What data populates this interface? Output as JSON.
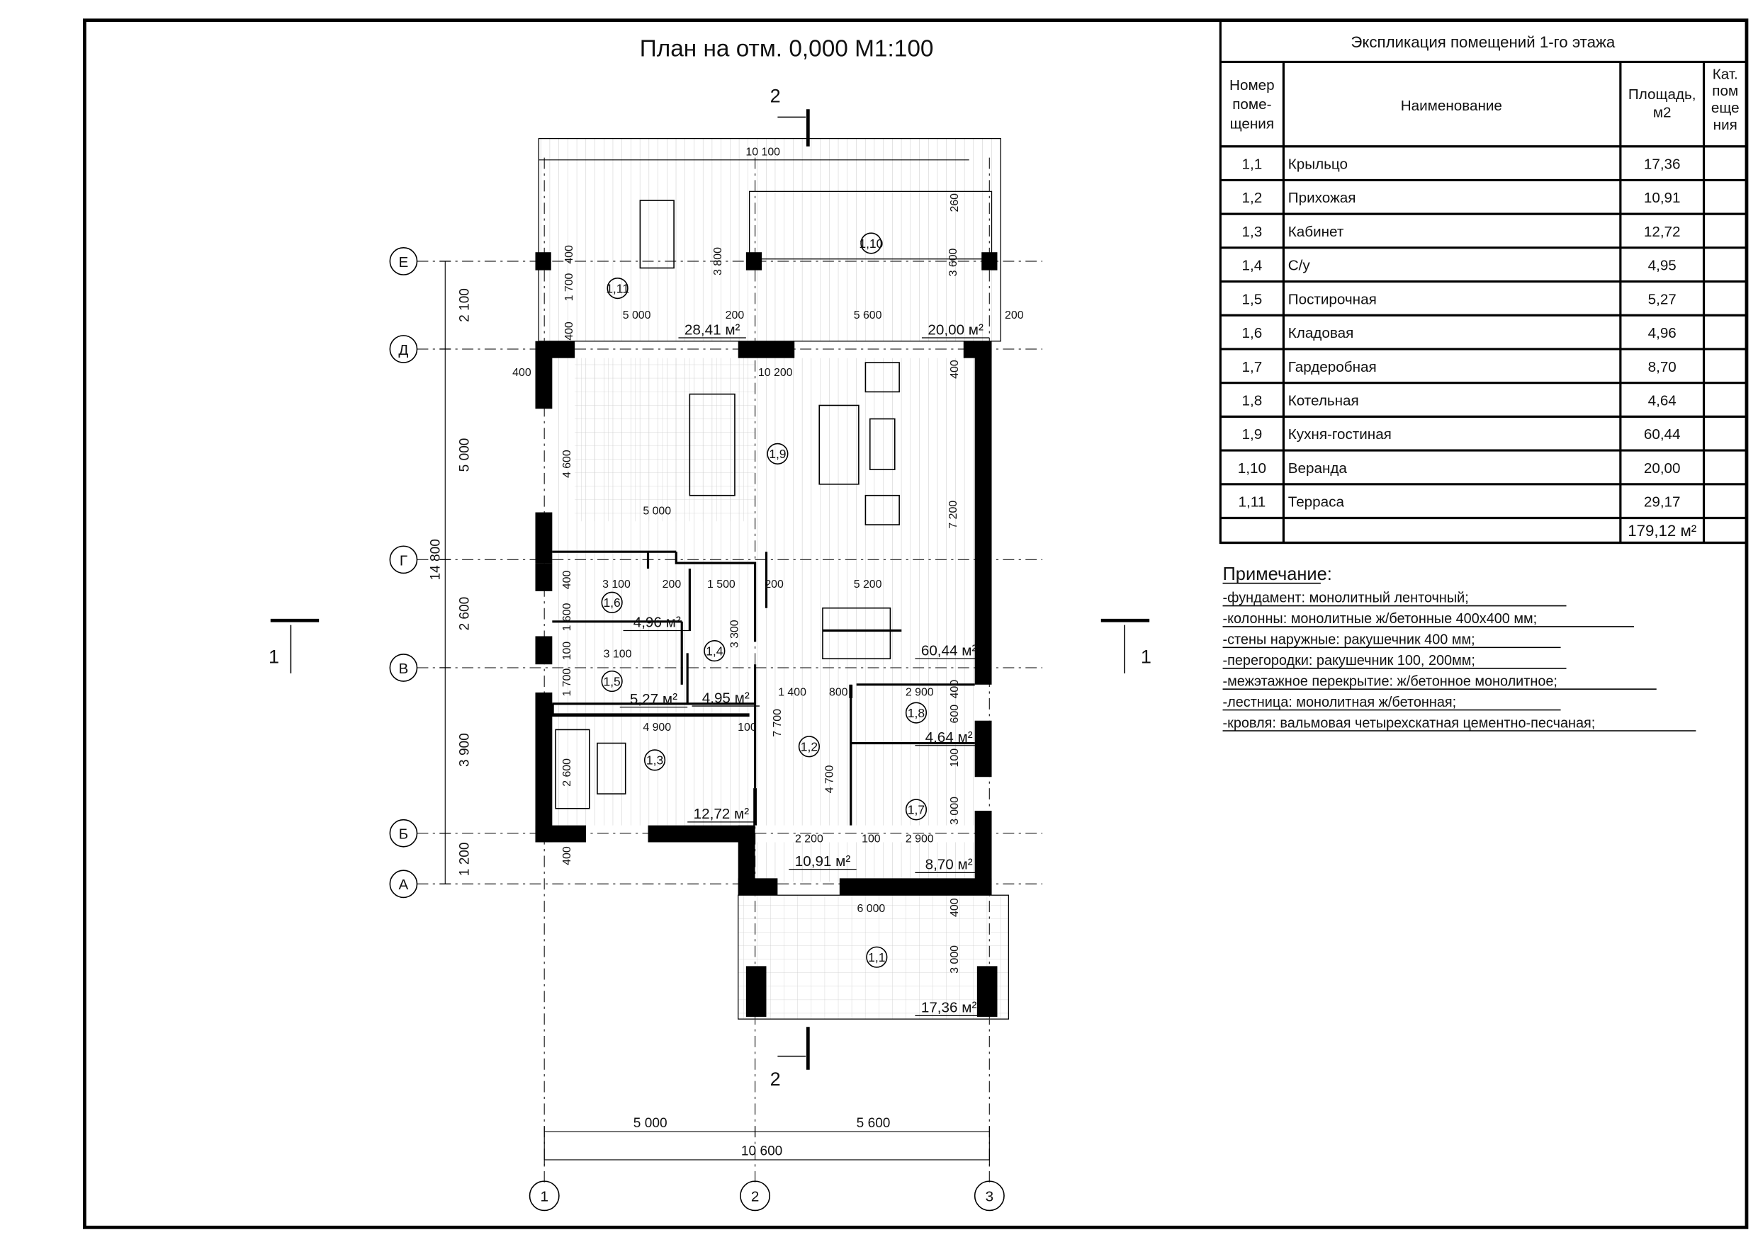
{
  "title": "План на отм. 0,000 М1:100",
  "table": {
    "title": "Экспликация помещений 1-го этажа",
    "headers": {
      "number": [
        "Номер",
        "поме-",
        "щения"
      ],
      "name": "Наименование",
      "area": [
        "Площадь,",
        "м2"
      ],
      "category": [
        "Кат.",
        "пом",
        "еще",
        "ния"
      ]
    },
    "rows": [
      {
        "num": "1,1",
        "name": "Крыльцо",
        "area": "17,36"
      },
      {
        "num": "1,2",
        "name": "Прихожая",
        "area": "10,91"
      },
      {
        "num": "1,3",
        "name": "Кабинет",
        "area": "12,72"
      },
      {
        "num": "1,4",
        "name": "С/у",
        "area": "4,95"
      },
      {
        "num": "1,5",
        "name": "Постирочная",
        "area": "5,27"
      },
      {
        "num": "1,6",
        "name": "Кладовая",
        "area": "4,96"
      },
      {
        "num": "1,7",
        "name": "Гардеробная",
        "area": "8,70"
      },
      {
        "num": "1,8",
        "name": "Котельная",
        "area": "4,64"
      },
      {
        "num": "1,9",
        "name": "Кухня-гостиная",
        "area": "60,44"
      },
      {
        "num": "1,10",
        "name": "Веранда",
        "area": "20,00"
      },
      {
        "num": "1,11",
        "name": "Терраса",
        "area": "29,17"
      }
    ],
    "total": "179,12 м²"
  },
  "notes": {
    "title": "Примечание:",
    "items": [
      "-фундамент: монолитный ленточный;",
      "-колонны: монолитные ж/бетонные 400х400 мм;",
      "-стены наружные: ракушечник 400 мм;",
      "-перегородки: ракушечник 100, 200мм;",
      "-межэтажное перекрытие: ж/бетонное монолитное;",
      "-лестница: монолитная ж/бетонная;",
      "-кровля: вальмовая четырехскатная цементно-песчаная;"
    ]
  },
  "plan": {
    "axes_rows": [
      "Е",
      "Д",
      "Г",
      "В",
      "Б",
      "А"
    ],
    "axes_cols": [
      "1",
      "2",
      "3"
    ],
    "sections": [
      "2",
      "2",
      "1",
      "1"
    ],
    "room_tags": [
      "1,11",
      "1,10",
      "1,9",
      "1,6",
      "1,4",
      "1,5",
      "1,8",
      "1,2",
      "1,3",
      "1,7",
      "1,1"
    ],
    "areas": [
      "28,41 м²",
      "20,00 м²",
      "60,44 м²",
      "4,96 м²",
      "5,27 м²",
      "4,95 м²",
      "4,64 м²",
      "12,72 м²",
      "10,91 м²",
      "8,70 м²",
      "17,36 м²"
    ],
    "dims": [
      "10 100",
      "5 000",
      "200",
      "5 600",
      "200",
      "3 800",
      "3 600",
      "260",
      "1 700",
      "400",
      "400",
      "400",
      "10 200",
      "400",
      "4 600",
      "5 000",
      "7 200",
      "3 100",
      "200",
      "1 500",
      "200",
      "5 200",
      "400",
      "1 600",
      "3 300",
      "100",
      "3 100",
      "1 700",
      "1 400",
      "800",
      "2 900",
      "400",
      "600",
      "4 900",
      "100",
      "7 700",
      "2 600",
      "4 700",
      "100",
      "3 000",
      "2 200",
      "100",
      "2 900",
      "400",
      "6 000",
      "400",
      "3 000"
    ],
    "left_chain": [
      "2 100",
      "5 000",
      "2 600",
      "3 900",
      "1 200",
      "14 800"
    ],
    "bottom_chain": [
      "5 000",
      "5 600",
      "10 600"
    ]
  }
}
